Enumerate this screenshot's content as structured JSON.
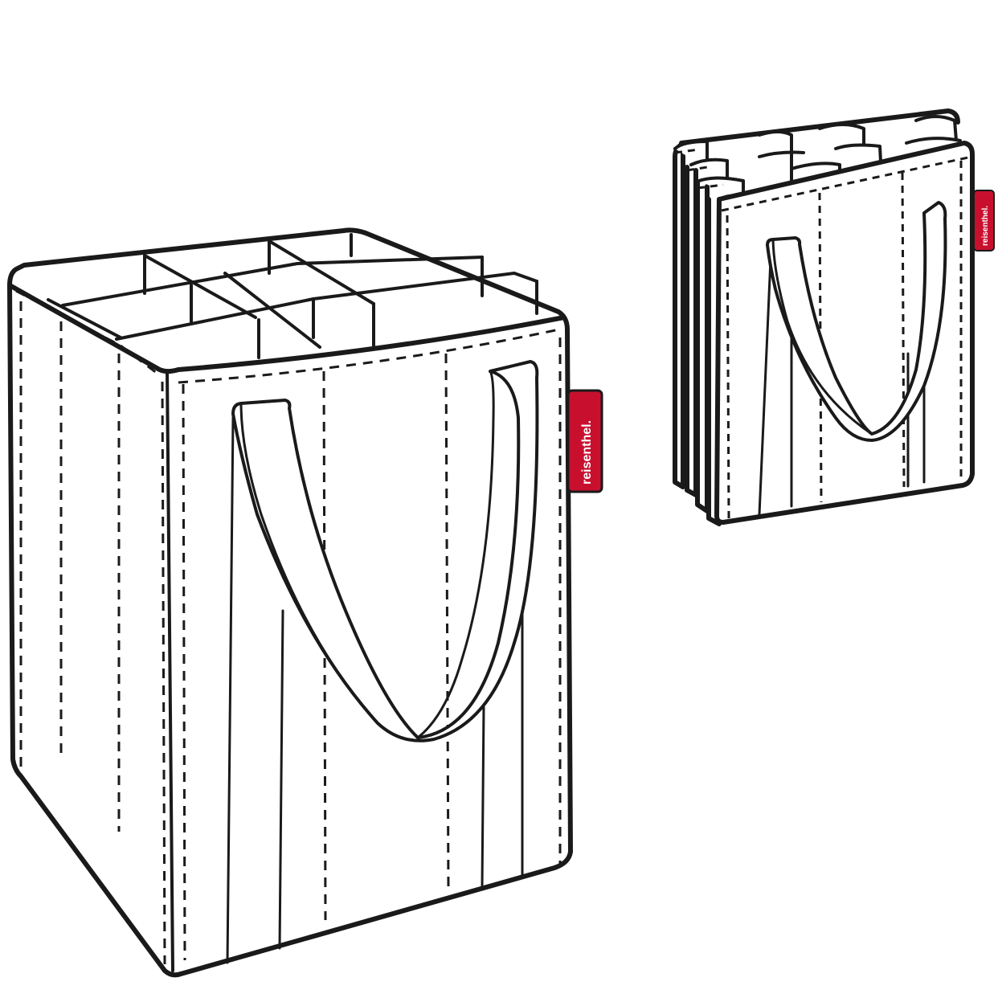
{
  "illustration": {
    "subject": "bottle bag line drawing",
    "views": [
      {
        "id": "open",
        "label": "open bag with 9 compartments"
      },
      {
        "id": "folded",
        "label": "folded bag"
      }
    ],
    "open_bag": {
      "brand_tag": {
        "text": "reisenthel.",
        "color": "#c8102e"
      },
      "compartments": 9
    },
    "folded_bag": {
      "brand_tag": {
        "text": "reisenthel.",
        "color": "#c8102e"
      }
    },
    "colors": {
      "outline": "#1a1a1a",
      "background": "#ffffff",
      "tag": "#c8102e"
    }
  }
}
